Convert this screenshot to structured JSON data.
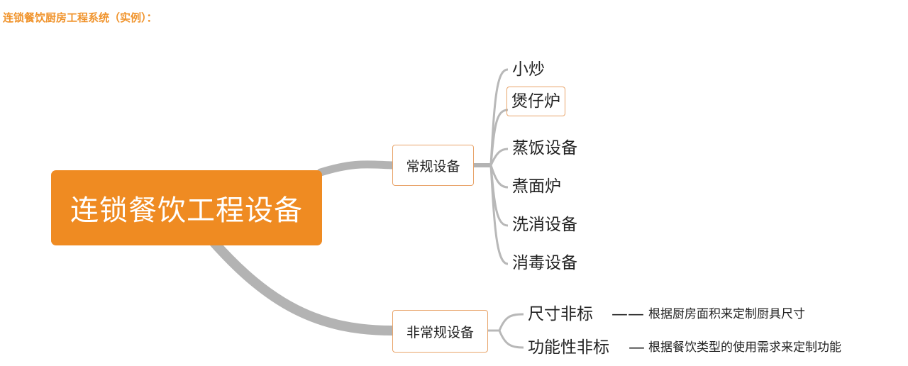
{
  "page_title": "连锁餐饮厨房工程系统（实例）：",
  "mindmap": {
    "root": "连锁餐饮工程设备",
    "regular": {
      "label": "常规设备",
      "items": [
        "小炒",
        "煲仔炉",
        "蒸饭设备",
        "煮面炉",
        "洗消设备",
        "消毒设备"
      ]
    },
    "nonstandard": {
      "label": "非常规设备",
      "items": [
        {
          "label": "尺寸非标",
          "connector": "——",
          "note": "根据厨房面积来定制厨具尺寸"
        },
        {
          "label": "功能性非标",
          "connector": "—",
          "note": "根据餐饮类型的使用需求来定制功能"
        }
      ]
    }
  },
  "colors": {
    "title": "#f0932b",
    "root_fill": "#ef8b22",
    "node_border": "#e8a46a",
    "connector": "#aaaaaa"
  }
}
